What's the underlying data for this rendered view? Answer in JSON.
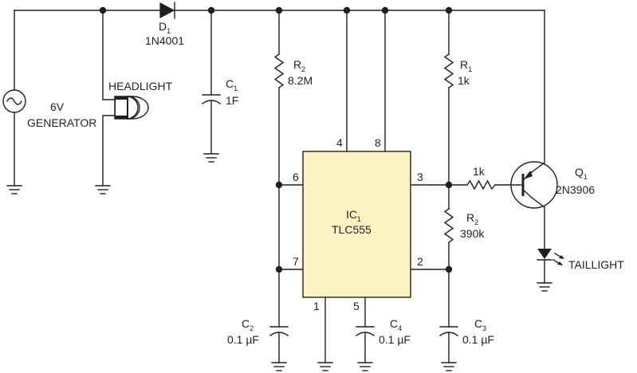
{
  "colors": {
    "wire": "#231f20",
    "ic_fill": "#fdf3c2",
    "background": "#ffffff"
  },
  "components": {
    "d1": {
      "ref": "D",
      "ref_sub": "1",
      "value": "1N4001"
    },
    "generator": {
      "line1": "6V",
      "line2": "GENERATOR"
    },
    "headlight": {
      "label": "HEADLIGHT"
    },
    "c1": {
      "ref": "C",
      "ref_sub": "1",
      "value": "1F"
    },
    "r2_top": {
      "ref": "R",
      "ref_sub": "2",
      "value": "8.2M"
    },
    "r1": {
      "ref": "R",
      "ref_sub": "1",
      "value": "1k"
    },
    "r_base": {
      "value": "1k"
    },
    "r2_right": {
      "ref": "R",
      "ref_sub": "2",
      "value": "390k"
    },
    "q1": {
      "ref": "Q",
      "ref_sub": "1",
      "value": "2N3906"
    },
    "taillight": {
      "label": "TAILLIGHT"
    },
    "ic1": {
      "ref": "IC",
      "ref_sub": "1",
      "value": "TLC555"
    },
    "c2": {
      "ref": "C",
      "ref_sub": "2",
      "value": "0.1 µF"
    },
    "c4": {
      "ref": "C",
      "ref_sub": "4",
      "value": "0.1 µF"
    },
    "c3": {
      "ref": "C",
      "ref_sub": "3",
      "value": "0.1 µF"
    }
  },
  "ic_pins": {
    "p4": "4",
    "p8": "8",
    "p6": "6",
    "p3": "3",
    "p7": "7",
    "p2": "2",
    "p1": "1",
    "p5": "5"
  }
}
